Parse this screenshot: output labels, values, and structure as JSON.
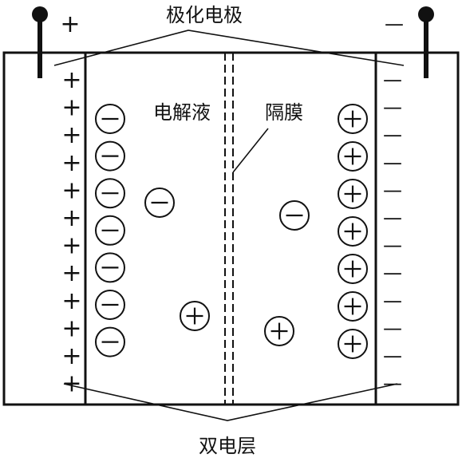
{
  "labels": {
    "polarized_electrode": "极化电极",
    "electrolyte": "电解液",
    "separator": "隔膜",
    "double_layer": "双电层"
  },
  "terminals": {
    "left_sign": "+",
    "right_sign": "—"
  },
  "electrode_charges": {
    "left_sign": "+",
    "left_count": 12,
    "right_sign": "—",
    "right_count": 12
  },
  "ions": {
    "negative_symbol": "−",
    "positive_symbol": "+",
    "left_layer_negative_count": 7,
    "right_layer_positive_count": 7,
    "free_ions": [
      "−",
      "−",
      "+",
      "+"
    ]
  },
  "colors": {
    "ink": "#111111",
    "background": "#ffffff"
  }
}
